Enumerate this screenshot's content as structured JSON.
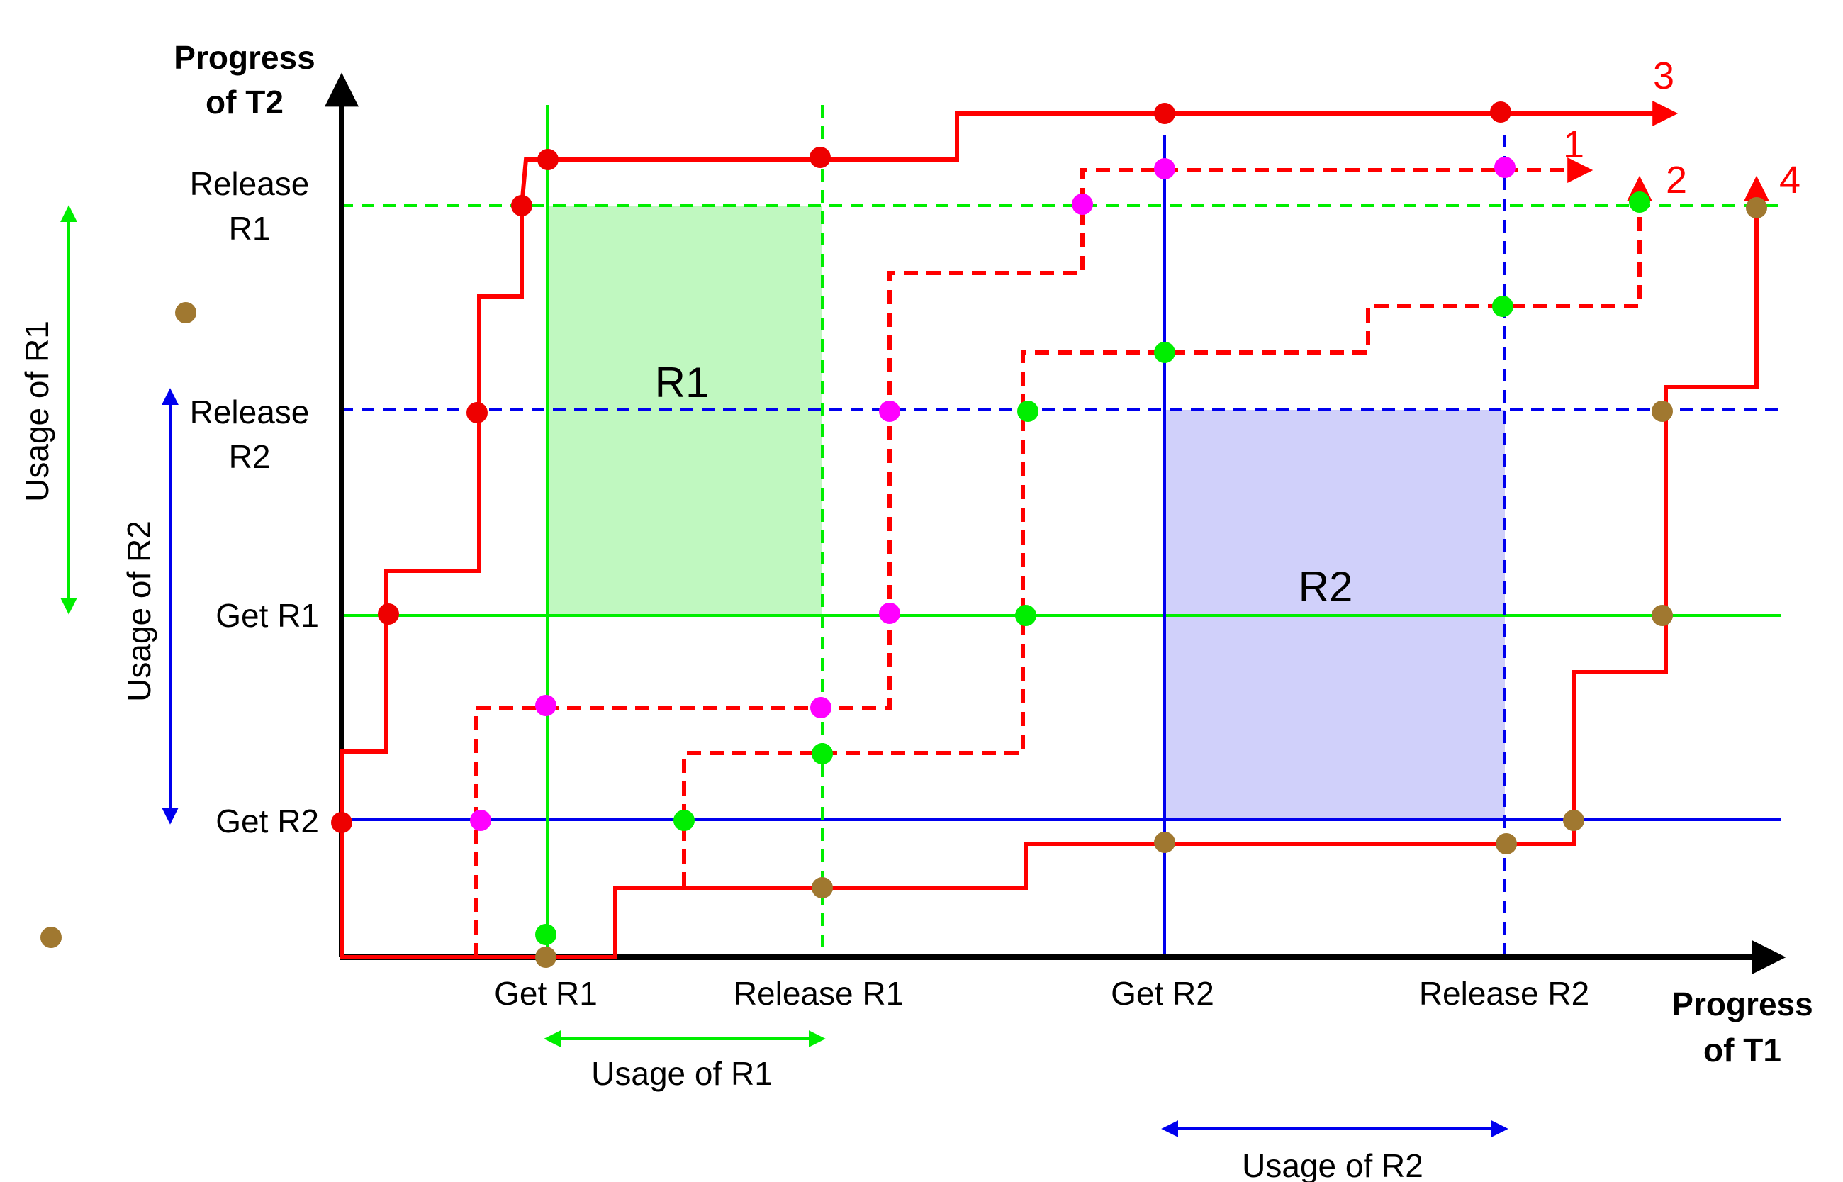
{
  "axes": {
    "y_title_line1": "Progress",
    "y_title_line2": "of T2",
    "x_title_line1": "Progress",
    "x_title_line2": "of T1"
  },
  "y_ticks": {
    "release_r1_line1": "Release",
    "release_r1_line2": "R1",
    "release_r2_line1": "Release",
    "release_r2_line2": "R2",
    "get_r1": "Get R1",
    "get_r2": "Get R2"
  },
  "x_ticks": {
    "get_r1": "Get R1",
    "release_r1": "Release R1",
    "get_r2": "Get R2",
    "release_r2": "Release R2"
  },
  "usage": {
    "r1_vertical": "Usage of R1",
    "r2_vertical": "Usage of R2",
    "r1_horizontal": "Usage of R1",
    "r2_horizontal": "Usage of R2"
  },
  "regions": {
    "r1": "R1",
    "r2": "R2"
  },
  "path_numbers": {
    "p1": "1",
    "p2": "2",
    "p3": "3",
    "p4": "4"
  },
  "colors": {
    "path": "#ff0000",
    "resource_r1": "#00ee00",
    "resource_r2": "#0000ee",
    "region_r1_fill": "#c0f8c0",
    "region_r2_fill": "#d0d0fa",
    "dot_red": "#ee0000",
    "dot_magenta": "#ff00ff",
    "dot_green": "#00ee00",
    "dot_brown": "#a07830",
    "axis": "#000000"
  }
}
